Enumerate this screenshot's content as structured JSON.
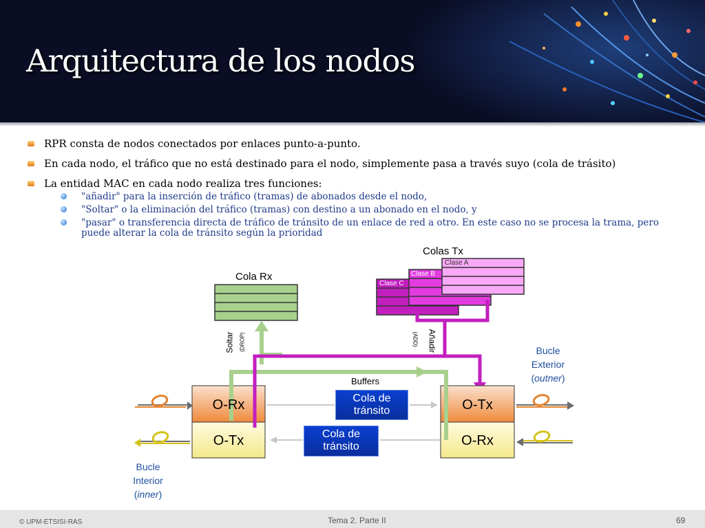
{
  "title": "Arquitectura de los nodos",
  "bullets": [
    "RPR consta de nodos conectados por enlaces punto-a-punto.",
    "En cada nodo, el tráfico que no está destinado para el nodo, simplemente pasa a través suyo (cola de trásito)",
    "La entidad MAC en cada nodo realiza tres funciones:"
  ],
  "subbullets": [
    "\"añadir\" para la inserción de tráfico (tramas) de abonados desde el nodo,",
    "\"Soltar\" o la eliminación del tráfico (tramas) con destino a un abonado en el nodo, y",
    "\"pasar\" o transferencia directa de tráfico de tránsito de un enlace de red a otro. En este caso no se procesa la trama, pero puede alterar la cola de tránsito según la prioridad"
  ],
  "diagram": {
    "colas_tx": "Colas Tx",
    "cola_rx": "Cola Rx",
    "clase_a": "Clase A",
    "clase_b": "Clase B",
    "clase_c": "Clase C",
    "soltar": "Soltar",
    "drop": "(DROP)",
    "anadir": "Añadir",
    "add": "(ADD)",
    "buffers": "Buffers",
    "left_top": "O-Rx",
    "left_bottom": "O-Tx",
    "right_top": "O-Tx",
    "right_bottom": "O-Rx",
    "transit_top_1": "Cola de",
    "transit_top_2": "tránsito",
    "transit_bottom_1": "Cola de",
    "transit_bottom_2": "tránsito",
    "bucle_ext_1": "Bucle",
    "bucle_ext_2": "Exterior",
    "bucle_ext_3a": "(",
    "bucle_ext_3b": "outner",
    "bucle_ext_3c": ")",
    "bucle_int_1": "Bucle",
    "bucle_int_2": "Interior",
    "bucle_int_3a": "(",
    "bucle_int_3b": "inner",
    "bucle_int_3c": ")"
  },
  "footer": {
    "left": "© UPM-ETSISI-RAS",
    "center": "Tema 2. Parte II",
    "page": "69"
  },
  "colors": {
    "header_bg": "#0a0d24",
    "green_arrow": "#a8d08d",
    "magenta_arrow": "#c21fbf",
    "queue_rx": "#a9d18e",
    "transit_blue": "#0a3fd0",
    "orange_box": "#f4b183",
    "yellow_box": "#fdf5b8",
    "bullet_blue": "#1f3a8a"
  }
}
